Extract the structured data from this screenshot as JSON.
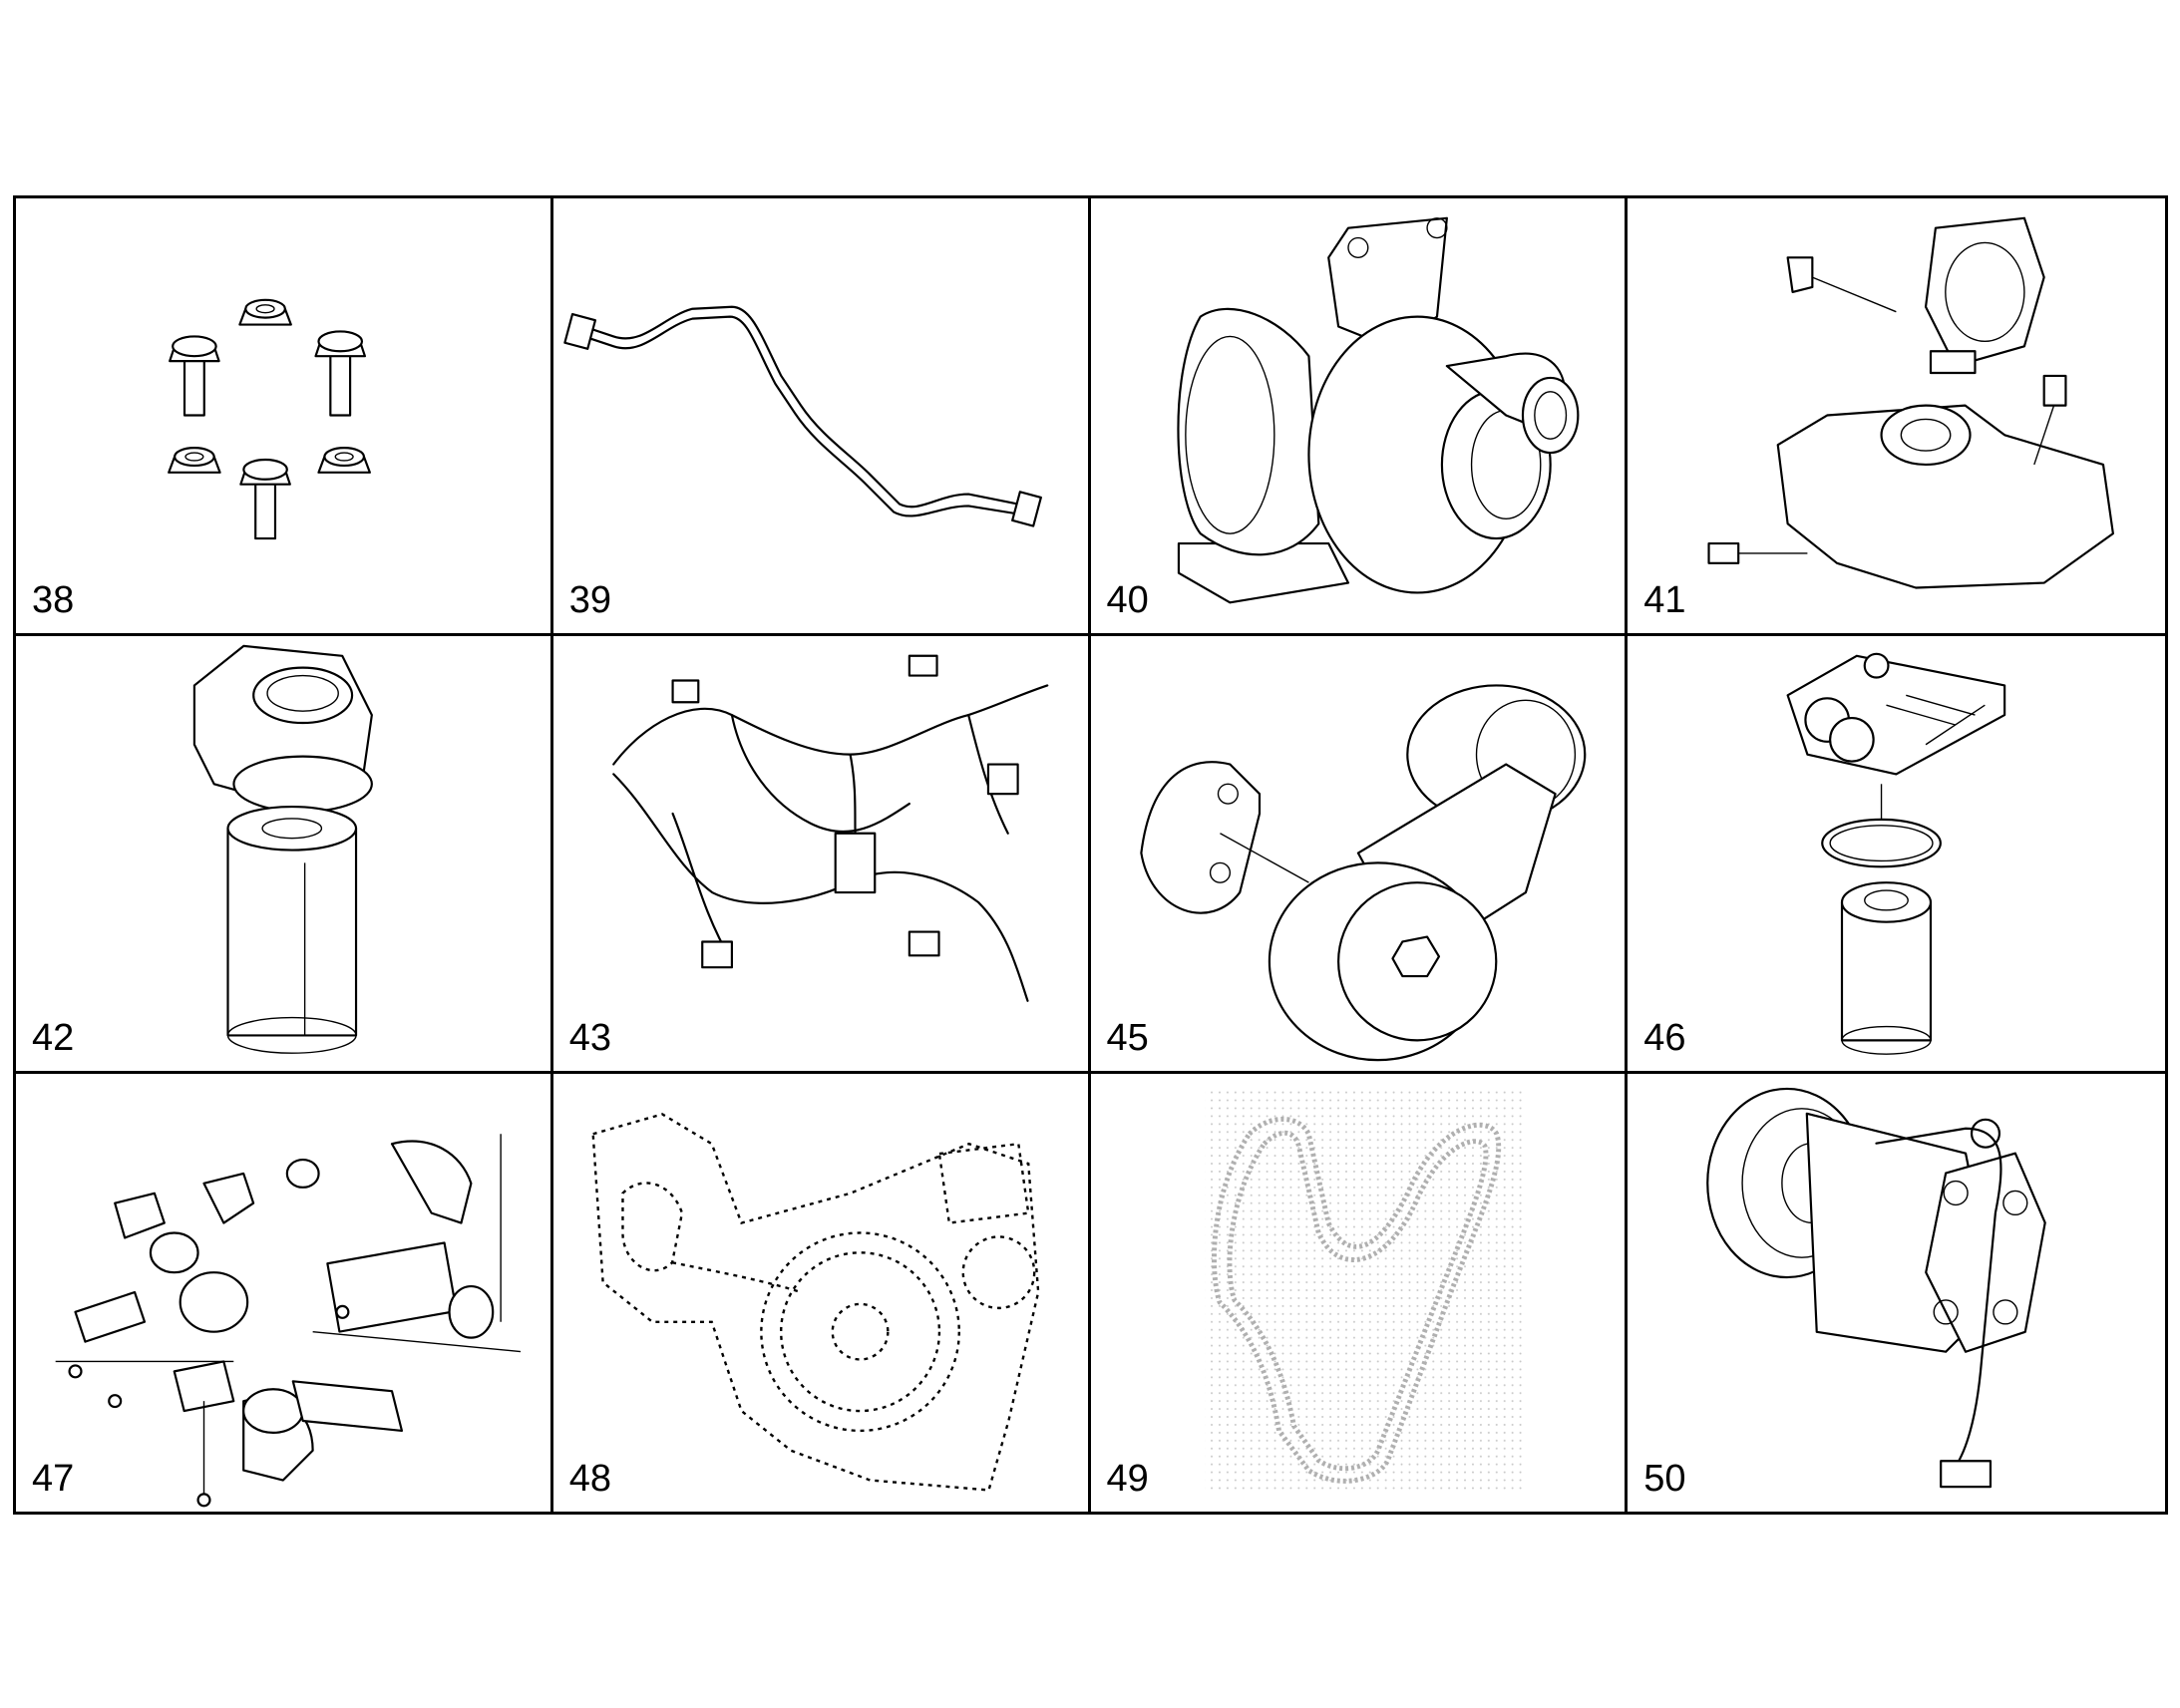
{
  "cells": [
    {
      "label": "38",
      "icon": "bolts-and-nuts-icon"
    },
    {
      "label": "39",
      "icon": "pipe-icon"
    },
    {
      "label": "40",
      "icon": "turbocharger-icon"
    },
    {
      "label": "41",
      "icon": "thermostat-housing-icon"
    },
    {
      "label": "42",
      "icon": "fuel-filter-icon"
    },
    {
      "label": "43",
      "icon": "wiring-harness-icon"
    },
    {
      "label": "45",
      "icon": "belt-tensioner-icon"
    },
    {
      "label": "46",
      "icon": "oil-filter-module-icon"
    },
    {
      "label": "47",
      "icon": "egr-kit-icon"
    },
    {
      "label": "48",
      "icon": "gear-housing-icon"
    },
    {
      "label": "49",
      "icon": "drive-belt-icon"
    },
    {
      "label": "50",
      "icon": "ac-compressor-icon"
    }
  ]
}
